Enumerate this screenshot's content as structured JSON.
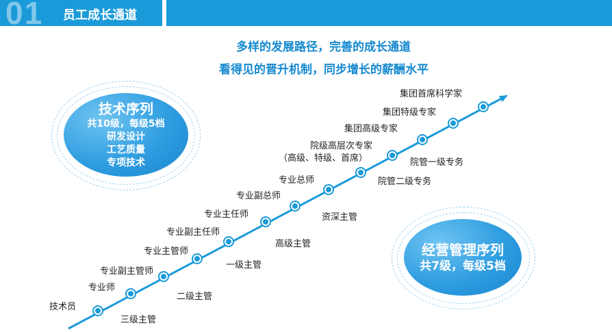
{
  "header": {
    "section_number": "01",
    "title": "员工成长通道",
    "accent_color": "#1a9ad9"
  },
  "subtitles": [
    "多样的发展路径，完善的成长通道",
    "看得见的晋升机制，同步增长的薪酬水平"
  ],
  "tech_sequence": {
    "title": "技术序列",
    "lines": [
      "共10级，每级5档",
      "研发设计",
      "工艺质量",
      "专项技术"
    ]
  },
  "management_sequence": {
    "title": "经营管理序列",
    "lines": [
      "共7级，每级5档"
    ]
  },
  "technical_levels": [
    "技术员",
    "专业师",
    "专业副主管师",
    "专业主管师",
    "专业副主任师",
    "专业主任师",
    "专业副总师",
    "专业总师",
    "院级高层次专家",
    "（高级、特级、首席）",
    "集团高级专家",
    "集团特级专家",
    "集团首席科学家"
  ],
  "management_levels": [
    "三级主管",
    "二级主管",
    "一级主管",
    "高级主管",
    "资深主管",
    "院管二级专务",
    "院管一级专务"
  ]
}
